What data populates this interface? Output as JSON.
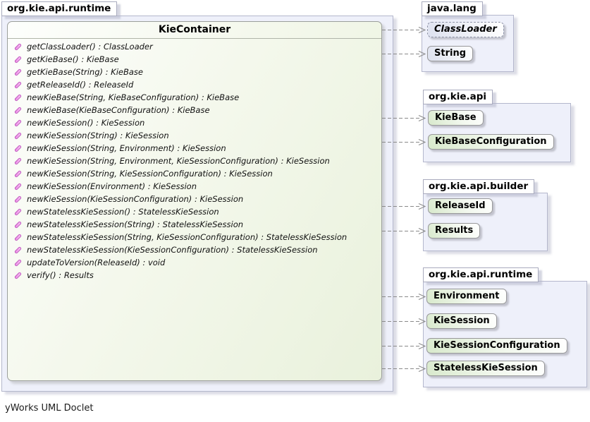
{
  "diagram": {
    "root_package": {
      "label": "org.kie.api.runtime"
    },
    "class_box": {
      "title": "KieContainer",
      "methods": [
        "getClassLoader() : ClassLoader",
        "getKieBase() : KieBase",
        "getKieBase(String) : KieBase",
        "getReleaseId() : ReleaseId",
        "newKieBase(String, KieBaseConfiguration) : KieBase",
        "newKieBase(KieBaseConfiguration) : KieBase",
        "newKieSession() : KieSession",
        "newKieSession(String) : KieSession",
        "newKieSession(String, Environment) : KieSession",
        "newKieSession(String, Environment, KieSessionConfiguration) : KieSession",
        "newKieSession(String, KieSessionConfiguration) : KieSession",
        "newKieSession(Environment) : KieSession",
        "newKieSession(KieSessionConfiguration) : KieSession",
        "newStatelessKieSession() : StatelessKieSession",
        "newStatelessKieSession(String) : StatelessKieSession",
        "newStatelessKieSession(String, KieSessionConfiguration) : StatelessKieSession",
        "newStatelessKieSession(KieSessionConfiguration) : StatelessKieSession",
        "updateToVersion(ReleaseId) : void",
        "verify() : Results"
      ]
    },
    "dependency_packages": [
      {
        "label": "java.lang",
        "classes": [
          {
            "label": "ClassLoader"
          },
          {
            "label": "String"
          }
        ]
      },
      {
        "label": "org.kie.api",
        "classes": [
          {
            "label": "KieBase"
          },
          {
            "label": "KieBaseConfiguration"
          }
        ]
      },
      {
        "label": "org.kie.api.builder",
        "classes": [
          {
            "label": "ReleaseId"
          },
          {
            "label": "Results"
          }
        ]
      },
      {
        "label": "org.kie.api.runtime",
        "classes": [
          {
            "label": "Environment"
          },
          {
            "label": "KieSession"
          },
          {
            "label": "KieSessionConfiguration"
          },
          {
            "label": "StatelessKieSession"
          }
        ]
      }
    ],
    "footer": "yWorks UML Doclet",
    "colors": {
      "method_icon_fill": "#f09ae8",
      "method_icon_stroke": "#c05ec0",
      "interface_fill": "#d8e9cc",
      "external_class_fill": "#dde1ef",
      "package_fill": "#eef0fa",
      "arrow": "#8a8a8a"
    }
  }
}
